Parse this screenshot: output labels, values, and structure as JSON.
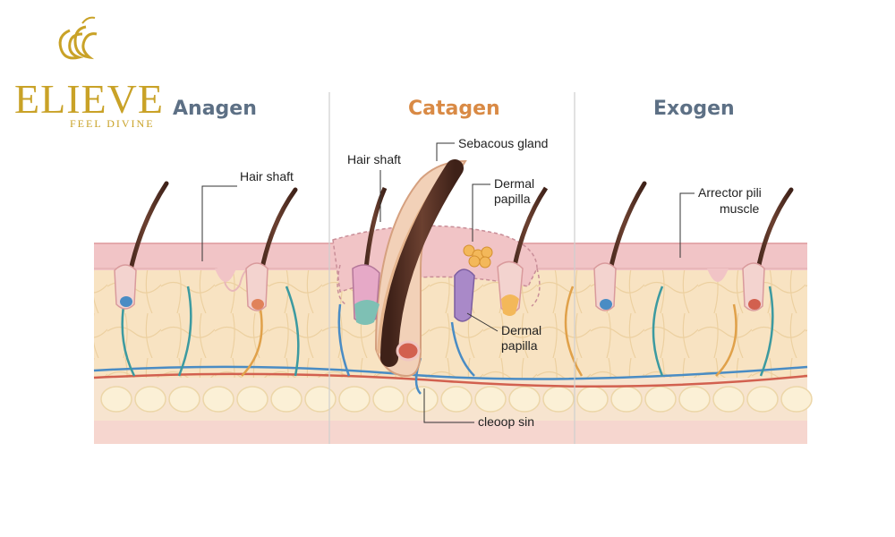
{
  "brand": {
    "name": "ELIEVE",
    "tagline": "FEEL DIVINE",
    "color": "#c9a227"
  },
  "phases": [
    {
      "title": "Anagen",
      "color": "#5d7085"
    },
    {
      "title": "Catagen",
      "color": "#d98a45"
    },
    {
      "title": "Exogen",
      "color": "#5d7085"
    }
  ],
  "labels": {
    "anagen_hair_shaft": "Hair shaft",
    "catagen_hair_shaft": "Hair shaft",
    "sebaceous_gland": "Sebacous gland",
    "dermal_papilla_top_1": "Dermal",
    "dermal_papilla_top_2": "papilla",
    "dermal_papilla_mid_1": "Dermal",
    "dermal_papilla_mid_2": "papilla",
    "arrector_pili_1": "Arrector pili",
    "arrector_pili_2": "muscle",
    "bottom_label": "cleoop sin"
  },
  "colors": {
    "epidermis": "#f1c4c6",
    "dermis": "#f8e3c2",
    "dermis_lines": "#ecd0a0",
    "fat": "#fbf0d6",
    "hair": "#5b3526",
    "nerve_blue": "#4a8cc4",
    "vessel_red": "#d2604f",
    "nerve_teal": "#3c9aa0",
    "nerve_orange": "#e0a14a",
    "divider": "#cfcfcf"
  },
  "icons": {
    "logo": "elieve-monogram-icon"
  }
}
